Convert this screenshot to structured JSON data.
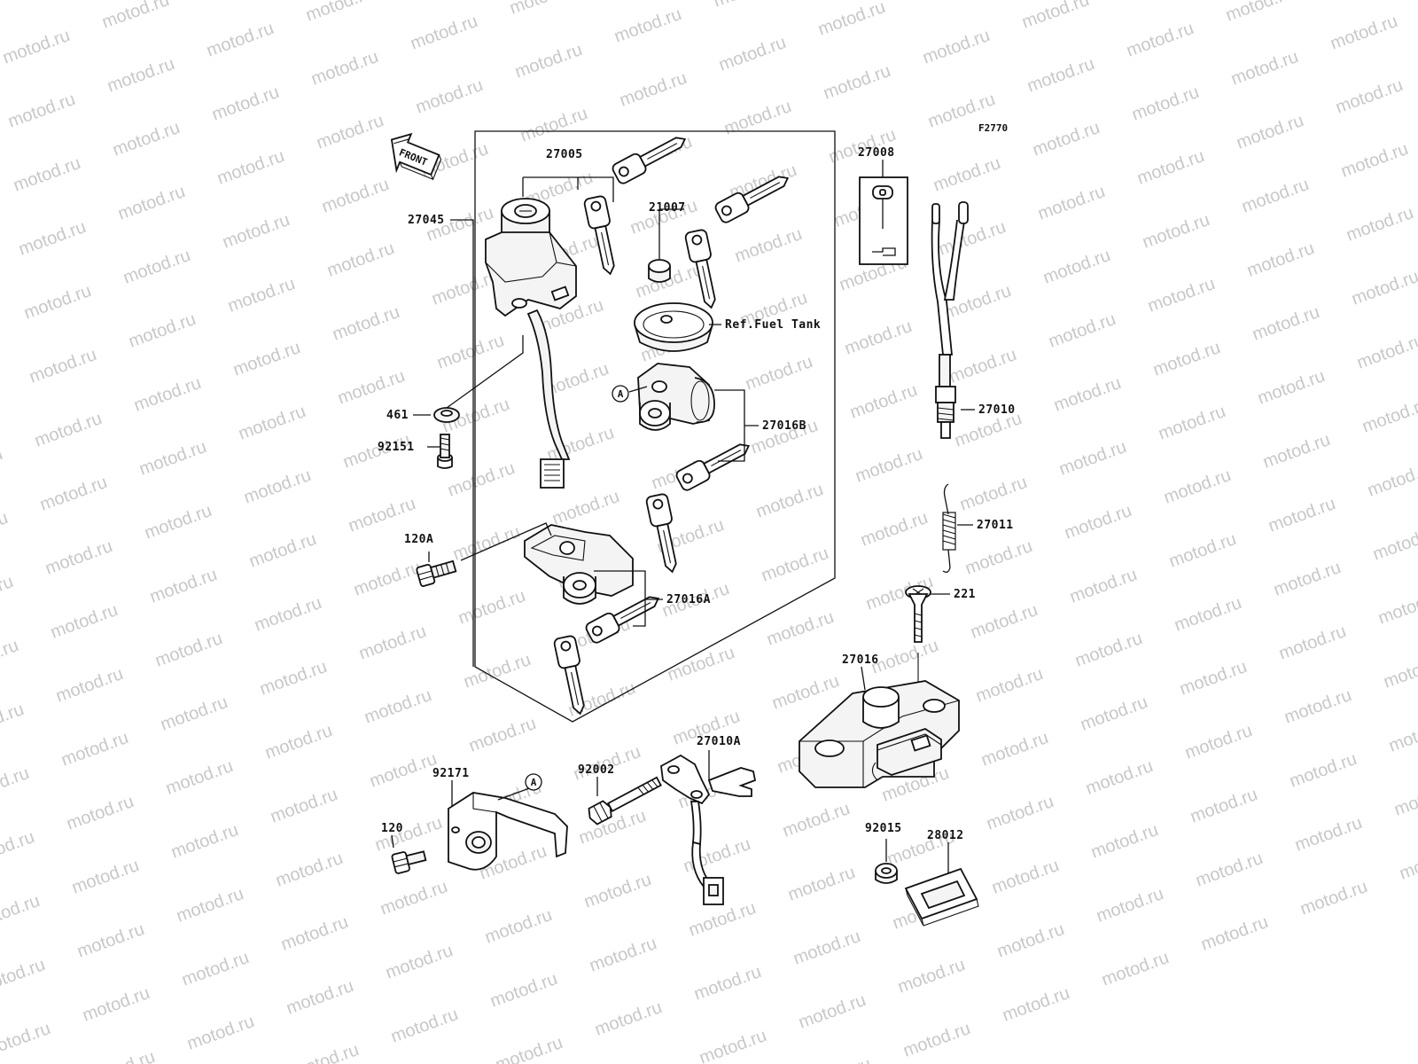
{
  "figure_code": "F2770",
  "front_arrow_label": "FRONT",
  "watermark_text": "motod.ru",
  "ref_note": "Ref.Fuel Tank",
  "marker_label": "A",
  "parts": {
    "p27005": "27005",
    "p21007": "21007",
    "p27045": "27045",
    "p461": "461",
    "p92151": "92151",
    "p27016B": "27016B",
    "p120A": "120A",
    "p27016A": "27016A",
    "p27008": "27008",
    "p27010": "27010",
    "p27011": "27011",
    "p221": "221",
    "p27016": "27016",
    "p92171": "92171",
    "p120": "120",
    "p92002": "92002",
    "p27010A": "27010A",
    "p92015": "92015",
    "p28012": "28012"
  }
}
